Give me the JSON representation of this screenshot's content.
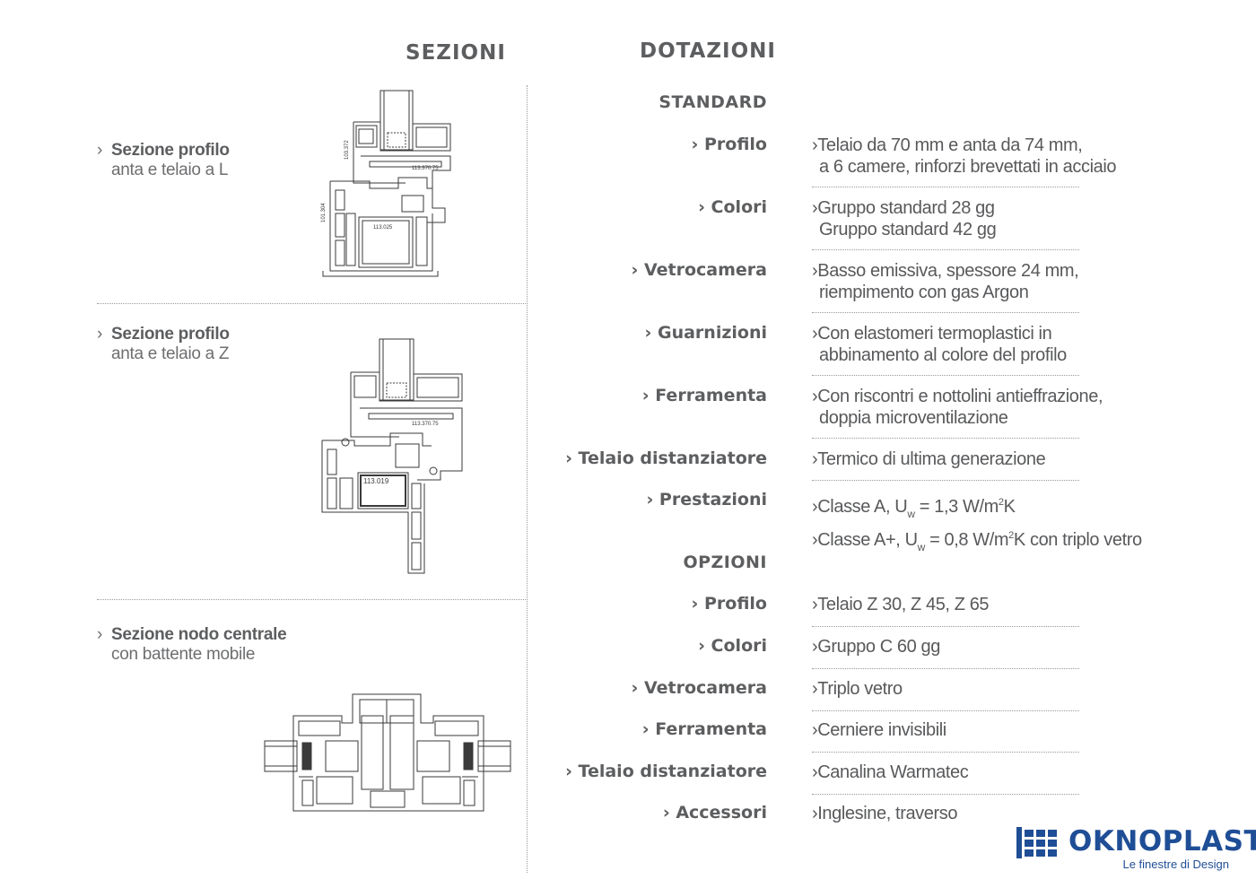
{
  "sezioni": {
    "title": "SEZIONI",
    "items": [
      {
        "bullet": "›",
        "title": "Sezione profilo",
        "subtitle": "anta e telaio a L",
        "drawing_labels": [
          "103.372",
          "113.370.75",
          "101.304",
          "113.025"
        ]
      },
      {
        "bullet": "›",
        "title": "Sezione profilo",
        "subtitle": "anta e telaio a Z",
        "drawing_labels": [
          "113.370.75",
          "113.019"
        ]
      },
      {
        "bullet": "›",
        "title": "Sezione nodo centrale",
        "subtitle": "con battente mobile"
      }
    ]
  },
  "dotazioni": {
    "title": "DOTAZIONI",
    "standard": {
      "title": "STANDARD",
      "rows": [
        {
          "label": "› Profilo",
          "lines": [
            "›Telaio da 70 mm e anta da 74 mm,",
            "a 6 camere, rinforzi brevettati in acciaio"
          ]
        },
        {
          "label": "› Colori",
          "lines": [
            "›Gruppo standard 28 gg",
            "Gruppo standard 42 gg"
          ]
        },
        {
          "label": "› Vetrocamera",
          "lines": [
            "›Basso emissiva, spessore 24 mm,",
            "riempimento con gas Argon"
          ]
        },
        {
          "label": "› Guarnizioni",
          "lines": [
            "›Con elastomeri termoplastici in",
            "abbinamento al colore del profilo"
          ]
        },
        {
          "label": "› Ferramenta",
          "lines": [
            "›Con riscontri e nottolini antieffrazione,",
            "doppia microventilazione"
          ]
        },
        {
          "label": "› Telaio distanziatore",
          "lines": [
            "›Termico di ultima generazione"
          ]
        },
        {
          "label": "› Prestazioni",
          "perf": [
            {
              "pre": "›Classe A, U",
              "sub": "w",
              "mid": " = 1,3 W/m",
              "sup": "2",
              "post": "K"
            },
            {
              "pre": "›Classe A+, U",
              "sub": "w",
              "mid": " = 0,8 W/m",
              "sup": "2",
              "post": "K con triplo vetro"
            }
          ]
        }
      ]
    },
    "opzioni": {
      "title": "OPZIONI",
      "rows": [
        {
          "label": "› Profilo",
          "lines": [
            "›Telaio Z 30, Z 45, Z 65"
          ]
        },
        {
          "label": "› Colori",
          "lines": [
            "›Gruppo C 60 gg"
          ]
        },
        {
          "label": "› Vetrocamera",
          "lines": [
            "›Triplo vetro"
          ]
        },
        {
          "label": "› Ferramenta",
          "lines": [
            "›Cerniere invisibili"
          ]
        },
        {
          "label": "› Telaio distanziatore",
          "lines": [
            "›Canalina Warmatec"
          ]
        },
        {
          "label": "› Accessori",
          "lines": [
            "›Inglesine, traverso"
          ]
        }
      ]
    }
  },
  "brand": {
    "name": "OKNOPLAST",
    "tagline": "Le finestre di Design",
    "color": "#1f4e96"
  },
  "colors": {
    "text": "#58595b",
    "heading": "#5d5e60",
    "divider": "#9a9a9a",
    "line": "#3a3a3a"
  }
}
